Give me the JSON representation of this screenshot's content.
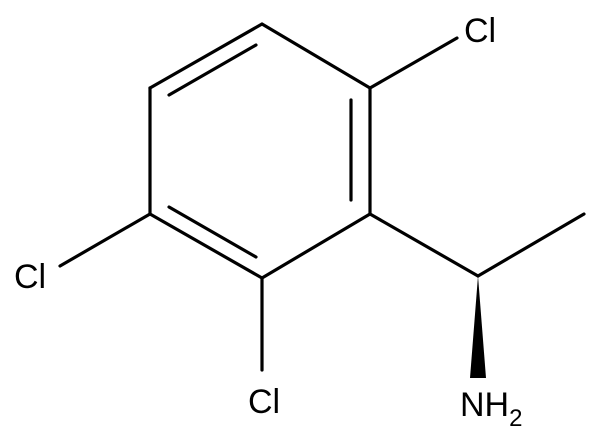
{
  "molecule": {
    "atoms": {
      "cl_top": "Cl",
      "cl_left": "Cl",
      "cl_bottom": "Cl",
      "amine_n": "NH",
      "amine_sub": "2"
    },
    "colors": {
      "line": "#000000",
      "background": "#ffffff"
    }
  }
}
